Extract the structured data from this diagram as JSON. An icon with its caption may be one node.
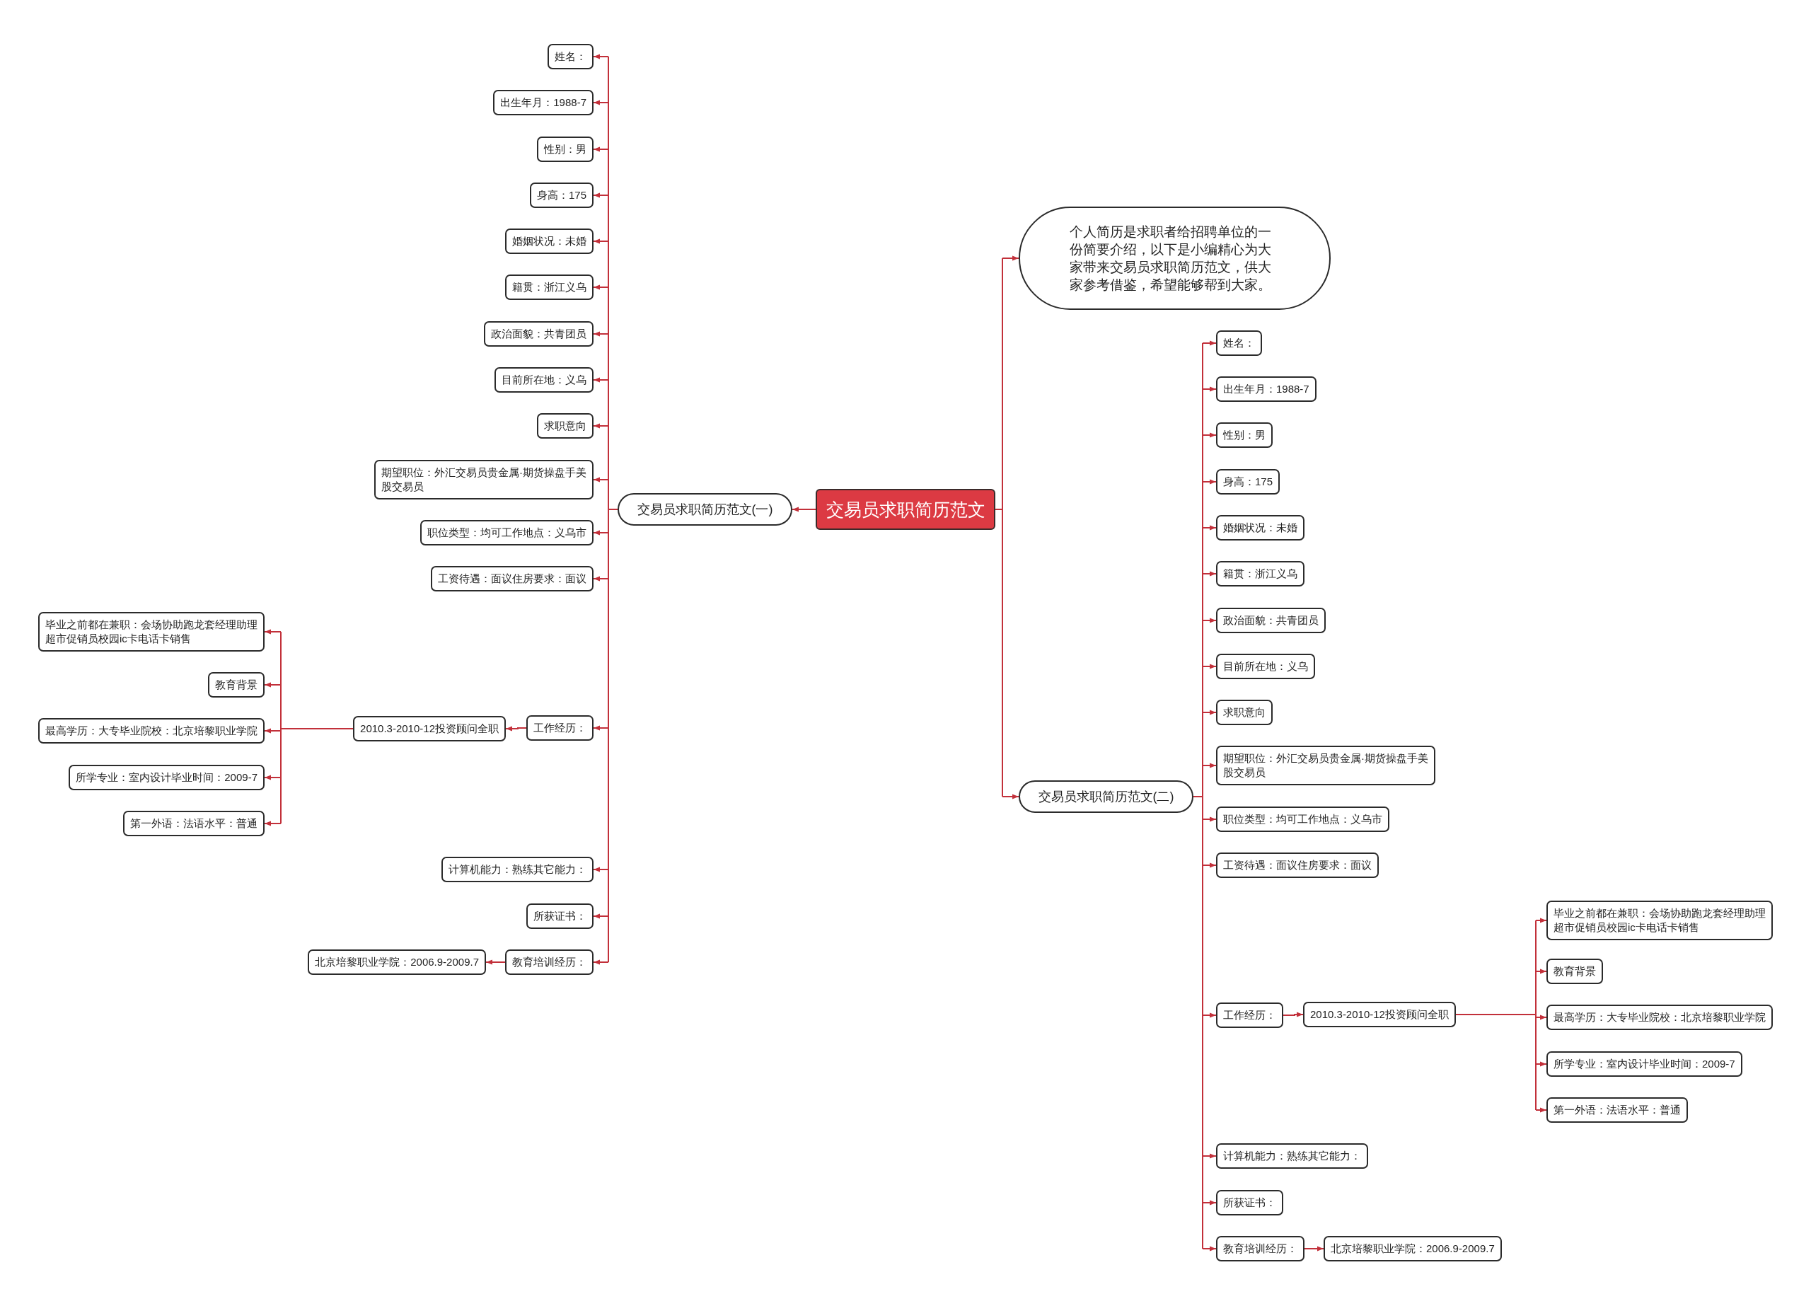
{
  "diagram": {
    "nodes": [
      {
        "text": [
          "交易员求职简历范文"
        ]
      },
      {
        "text": [
          "交易员求职简历范文(一)"
        ]
      },
      {
        "text": [
          "姓名："
        ]
      },
      {
        "text": [
          "出生年月：1988-7"
        ]
      },
      {
        "text": [
          "性别：男"
        ]
      },
      {
        "text": [
          "身高：175"
        ]
      },
      {
        "text": [
          "婚姻状况：未婚"
        ]
      },
      {
        "text": [
          "籍贯：浙江义乌"
        ]
      },
      {
        "text": [
          "政治面貌：共青团员"
        ]
      },
      {
        "text": [
          "目前所在地：义乌"
        ]
      },
      {
        "text": [
          "求职意向"
        ]
      },
      {
        "text": [
          "期望职位：外汇交易员贵金属·期货操盘手美股交易员"
        ]
      },
      {
        "text": [
          "职位类型：均可工作地点：义乌市"
        ]
      },
      {
        "text": [
          "工资待遇：面议住房要求：面议"
        ]
      },
      {
        "text": [
          "工作经历："
        ]
      },
      {
        "text": [
          "2010.3-2010-12投资顾问全职"
        ]
      },
      {
        "text": [
          "毕业之前都在兼职：会场协助跑龙套经理助理超市促销员校园ic卡电话卡销售"
        ]
      },
      {
        "text": [
          "教育背景"
        ]
      },
      {
        "text": [
          "最高学历：大专毕业院校：北京培黎职业学院"
        ]
      },
      {
        "text": [
          "所学专业：室内设计毕业时间：2009-7"
        ]
      },
      {
        "text": [
          "第一外语：法语水平：普通"
        ]
      },
      {
        "text": [
          "计算机能力：熟练其它能力："
        ]
      },
      {
        "text": [
          "所获证书："
        ]
      },
      {
        "text": [
          "教育培训经历："
        ]
      },
      {
        "text": [
          "北京培黎职业学院：2006.9-2009.7"
        ]
      },
      {
        "text": [
          "个人简历是求职者给招聘单位的一份简要介绍，以下是小编精心为大家带来交易员求职简历范文，供大家参考借鉴，希望能够帮到大家。"
        ]
      },
      {
        "text": [
          "交易员求职简历范文(二)"
        ]
      },
      {
        "text": [
          "姓名："
        ]
      },
      {
        "text": [
          "出生年月：1988-7"
        ]
      },
      {
        "text": [
          "性别：男"
        ]
      },
      {
        "text": [
          "身高：175"
        ]
      },
      {
        "text": [
          "婚姻状况：未婚"
        ]
      },
      {
        "text": [
          "籍贯：浙江义乌"
        ]
      },
      {
        "text": [
          "政治面貌：共青团员"
        ]
      },
      {
        "text": [
          "目前所在地：义乌"
        ]
      },
      {
        "text": [
          "求职意向"
        ]
      },
      {
        "text": [
          "期望职位：外汇交易员贵金属·期货操盘手美股交易员"
        ]
      },
      {
        "text": [
          "职位类型：均可工作地点：义乌市"
        ]
      },
      {
        "text": [
          "工资待遇：面议住房要求：面议"
        ]
      },
      {
        "text": [
          "工作经历："
        ]
      },
      {
        "text": [
          "2010.3-2010-12投资顾问全职"
        ]
      },
      {
        "text": [
          "毕业之前都在兼职：会场协助跑龙套经理助理超市促销员校园ic卡电话卡销售"
        ]
      },
      {
        "text": [
          "教育背景"
        ]
      },
      {
        "text": [
          "最高学历：大专毕业院校：北京培黎职业学院"
        ]
      },
      {
        "text": [
          "所学专业：室内设计毕业时间：2009-7"
        ]
      },
      {
        "text": [
          "第一外语：法语水平：普通"
        ]
      },
      {
        "text": [
          "计算机能力：熟练其它能力："
        ]
      },
      {
        "text": [
          "所获证书："
        ]
      },
      {
        "text": [
          "教育培训经历："
        ]
      },
      {
        "text": [
          "北京培黎职业学院：2006.9-2009.7"
        ]
      }
    ],
    "edges": [
      {
        "from": 0,
        "to": 1,
        "arrow": "to"
      },
      {
        "from": 1,
        "to": 2,
        "arrow": "to"
      },
      {
        "from": 1,
        "to": 3,
        "arrow": "to"
      },
      {
        "from": 1,
        "to": 4,
        "arrow": "to"
      },
      {
        "from": 1,
        "to": 5,
        "arrow": "to"
      },
      {
        "from": 1,
        "to": 6,
        "arrow": "to"
      },
      {
        "from": 1,
        "to": 7,
        "arrow": "to"
      },
      {
        "from": 1,
        "to": 8,
        "arrow": "to"
      },
      {
        "from": 1,
        "to": 9,
        "arrow": "to"
      },
      {
        "from": 1,
        "to": 10,
        "arrow": "to"
      },
      {
        "from": 1,
        "to": 11,
        "arrow": "to"
      },
      {
        "from": 1,
        "to": 12,
        "arrow": "to"
      },
      {
        "from": 1,
        "to": 13,
        "arrow": "to"
      },
      {
        "from": 1,
        "to": 14,
        "arrow": "to"
      },
      {
        "from": 14,
        "to": 15,
        "arrow": "to"
      },
      {
        "from": 15,
        "to": 16,
        "arrow": "to"
      },
      {
        "from": 15,
        "to": 17,
        "arrow": "to"
      },
      {
        "from": 15,
        "to": 18,
        "arrow": "to"
      },
      {
        "from": 15,
        "to": 19,
        "arrow": "to"
      },
      {
        "from": 15,
        "to": 20,
        "arrow": "to"
      },
      {
        "from": 1,
        "to": 21,
        "arrow": "to"
      },
      {
        "from": 1,
        "to": 22,
        "arrow": "to"
      },
      {
        "from": 1,
        "to": 23,
        "arrow": "to"
      },
      {
        "from": 23,
        "to": 24,
        "arrow": "to"
      },
      {
        "from": 0,
        "to": 25,
        "arrow": "to"
      },
      {
        "from": 0,
        "to": 26,
        "arrow": "to"
      },
      {
        "from": 26,
        "to": 27,
        "arrow": "to"
      },
      {
        "from": 26,
        "to": 28,
        "arrow": "to"
      },
      {
        "from": 26,
        "to": 29,
        "arrow": "to"
      },
      {
        "from": 26,
        "to": 30,
        "arrow": "to"
      },
      {
        "from": 26,
        "to": 31,
        "arrow": "to"
      },
      {
        "from": 26,
        "to": 32,
        "arrow": "to"
      },
      {
        "from": 26,
        "to": 33,
        "arrow": "to"
      },
      {
        "from": 26,
        "to": 34,
        "arrow": "to"
      },
      {
        "from": 26,
        "to": 35,
        "arrow": "to"
      },
      {
        "from": 26,
        "to": 36,
        "arrow": "to"
      },
      {
        "from": 26,
        "to": 37,
        "arrow": "to"
      },
      {
        "from": 26,
        "to": 38,
        "arrow": "to"
      },
      {
        "from": 26,
        "to": 39,
        "arrow": "to"
      },
      {
        "from": 39,
        "to": 40,
        "arrow": "to"
      },
      {
        "from": 40,
        "to": 41,
        "arrow": "to"
      },
      {
        "from": 40,
        "to": 42,
        "arrow": "to"
      },
      {
        "from": 40,
        "to": 43,
        "arrow": "to"
      },
      {
        "from": 40,
        "to": 44,
        "arrow": "to"
      },
      {
        "from": 40,
        "to": 45,
        "arrow": "to"
      },
      {
        "from": 26,
        "to": 46,
        "arrow": "to"
      },
      {
        "from": 26,
        "to": 47,
        "arrow": "to"
      },
      {
        "from": 26,
        "to": 48,
        "arrow": "to"
      },
      {
        "from": 48,
        "to": 49,
        "arrow": "to"
      }
    ]
  }
}
